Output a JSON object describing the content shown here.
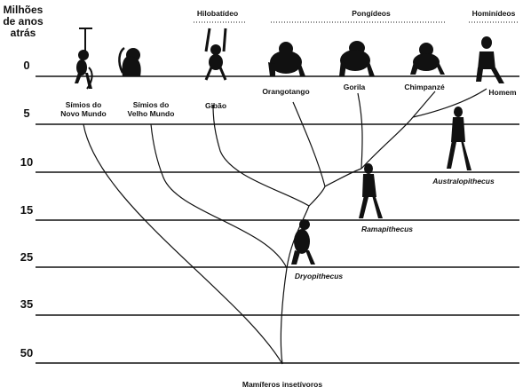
{
  "axis": {
    "title_lines": [
      "Milhões",
      "de anos",
      "atrás"
    ],
    "ticks": [
      "0",
      "5",
      "10",
      "15",
      "25",
      "35",
      "50"
    ]
  },
  "groups": {
    "hylobatid": "Hilobatídeo",
    "pongid": "Pongídeos",
    "hominid": "Hominídeos"
  },
  "taxa": {
    "new_world_monkeys": [
      "Símios do",
      "Novo Mundo"
    ],
    "old_world_monkeys": [
      "Símios do",
      "Velho Mundo"
    ],
    "gibbon": "Gibão",
    "orangutan": "Orangotango",
    "gorilla": "Gorila",
    "chimpanzee": "Chimpanzé",
    "human": "Homem"
  },
  "fossils": {
    "australopithecus": "Australopithecus",
    "ramapithecus": "Ramapithecus",
    "dryopithecus": "Dryopithecus"
  },
  "root_label": "Mamíferos insetívoros"
}
